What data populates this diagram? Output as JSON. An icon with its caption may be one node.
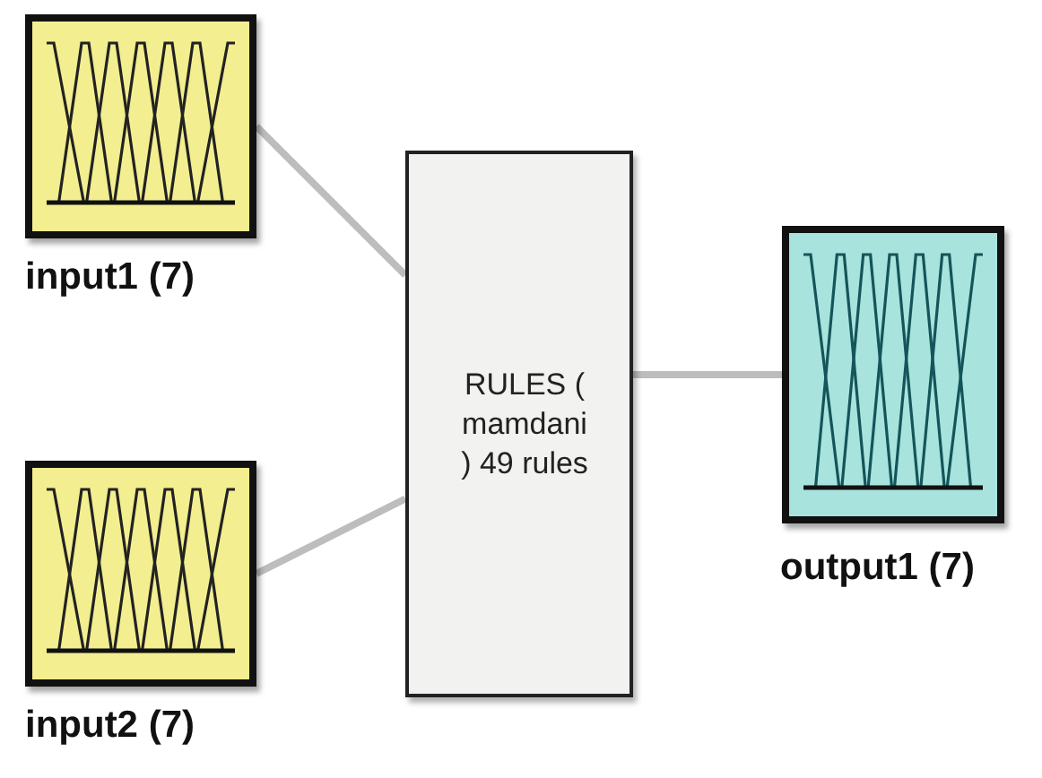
{
  "diagram": {
    "nodes": [
      {
        "text": [
          "input1 (7)"
        ]
      },
      {
        "text": [
          "input2 (7)"
        ]
      },
      {
        "text": [
          "RULES ( mamdani ) 49 rules"
        ]
      },
      {
        "text": [
          "output1 (7)"
        ]
      }
    ],
    "edges": [
      {
        "from": 0,
        "to": 2,
        "arrow": "none"
      },
      {
        "from": 1,
        "to": 2,
        "arrow": "none"
      },
      {
        "from": 2,
        "to": 3,
        "arrow": "none"
      }
    ]
  }
}
